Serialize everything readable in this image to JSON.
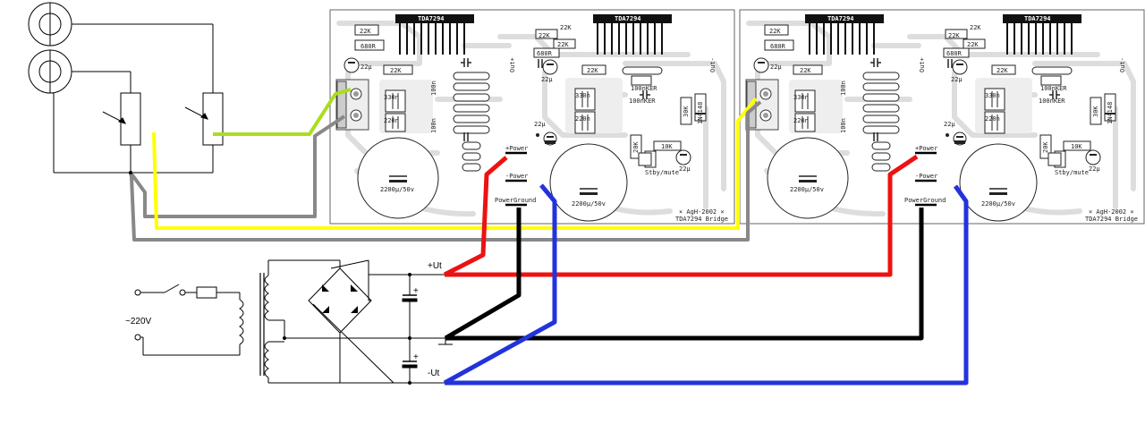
{
  "boards": [
    {
      "chip_left": "TDA7294",
      "chip_right": "TDA7294",
      "r_22k_a": "22K",
      "r_680r_a": "680R",
      "r_22k_b": "22K",
      "r_22k_c": "22K",
      "r_680r_b": "680R",
      "r_22k_d": "22K",
      "r_22k_e": "22K",
      "r_22k_f": "22K",
      "c_22u_a": "22µ",
      "c_22u_b": "22µ",
      "c_22u_c": "22µ",
      "c_22u_d": "22µ",
      "c_330n_a": "330n",
      "c_220n_a": "220n",
      "c_330n_b": "330n",
      "c_220n_b": "220n",
      "c_100n_a": "100n",
      "c_100n_b": "100n",
      "c_100nker_a": "100nKER",
      "c_100nker_b": "100nKER",
      "r_30k": "30K",
      "r_20k": "20K",
      "r_10k": "10K",
      "diode": "1N4148",
      "stby": "Stby/mute",
      "out_plus": "Out+",
      "out_minus": "Out-",
      "pos_power": "+Power",
      "neg_power": "-Power",
      "power_ground": "PowerGround",
      "big_cap_a": "2200µ/50v",
      "big_cap_b": "2200µ/50v",
      "credit_1": "× AgH-2002 ×",
      "credit_2": "TDA7294 Bridge"
    },
    {
      "chip_left": "TDA7294",
      "chip_right": "TDA7294",
      "r_22k_a": "22K",
      "r_680r_a": "680R",
      "r_22k_b": "22K",
      "r_22k_c": "22K",
      "r_680r_b": "680R",
      "r_22k_d": "22K",
      "r_22k_e": "22K",
      "r_22k_f": "22K",
      "c_22u_a": "22µ",
      "c_22u_b": "22µ",
      "c_22u_c": "22µ",
      "c_22u_d": "22µ",
      "c_330n_a": "330n",
      "c_220n_a": "220n",
      "c_330n_b": "330n",
      "c_220n_b": "220n",
      "c_100n_a": "100n",
      "c_100n_b": "100n",
      "c_100nker_a": "100nKER",
      "c_100nker_b": "100nKER",
      "r_30k": "30K",
      "r_20k": "20K",
      "r_10k": "10K",
      "diode": "1N4148",
      "stby": "Stby/mute",
      "out_plus": "Out+",
      "out_minus": "Out-",
      "pos_power": "+Power",
      "neg_power": "-Power",
      "power_ground": "PowerGround",
      "big_cap_a": "2200µ/50v",
      "big_cap_b": "2200µ/50v",
      "credit_1": "× AgH-2002 ×",
      "credit_2": "TDA7294 Bridge"
    }
  ],
  "psu": {
    "mains": "~220V",
    "pos_rail": "+Ut",
    "neg_rail": "-Ut"
  },
  "wire_colors": {
    "positive": "#ee1111",
    "negative": "#2233dd",
    "ground": "#000000",
    "signal_left": "#ffff00",
    "signal_right": "#aadd22",
    "signal_ground": "#888888"
  }
}
